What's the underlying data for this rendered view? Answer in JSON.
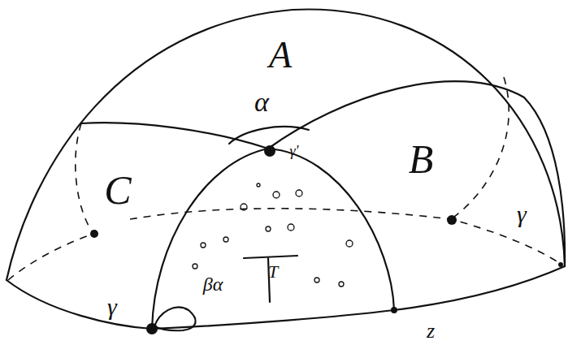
{
  "diagram": {
    "labels": [
      "A",
      "α",
      "γ'",
      "B",
      "C",
      "T",
      "βα",
      "γ",
      "γ",
      "z"
    ]
  }
}
